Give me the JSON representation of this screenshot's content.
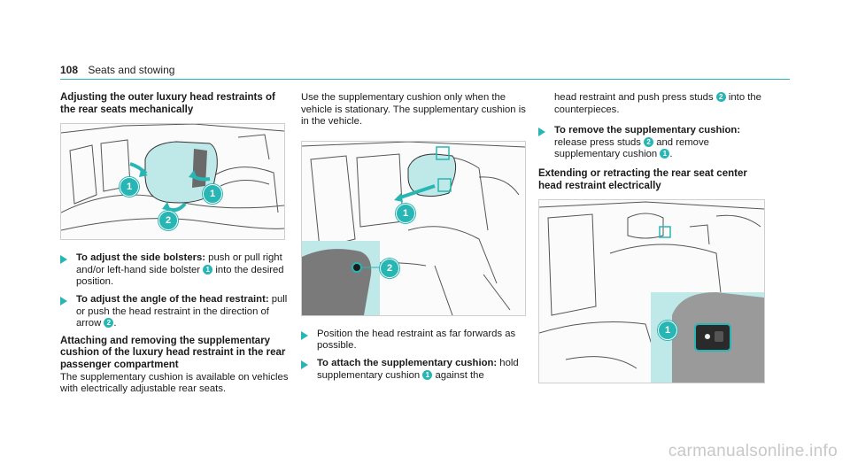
{
  "header": {
    "page_number": "108",
    "section": "Seats and stowing"
  },
  "col1": {
    "heading": "Adjusting the outer luxury head restraints of the rear seats mechanically",
    "fig_callouts": [
      "1",
      "1",
      "2"
    ],
    "step1": {
      "bold": "To adjust the side bolsters:",
      "a": " push or pull right and/or left-hand side bolster ",
      "badge": "1",
      "b": " into the desired position."
    },
    "step2": {
      "bold": "To adjust the angle of the head restraint:",
      "a": " pull or push the head restraint in the direction of arrow ",
      "badge": "2",
      "b": "."
    },
    "heading2": "Attaching and removing the supplementary cushion of the luxury head restraint in the rear passenger compartment",
    "para": "The supplementary cushion is available on vehicles with electrically adjustable rear seats."
  },
  "col2": {
    "para": "Use the supplementary cushion only when the vehicle is stationary. The supplementary cushion is in the vehicle.",
    "fig_callouts": [
      "1",
      "2"
    ],
    "step1": {
      "a": "Position the head restraint as far forwards as possible."
    },
    "step2": {
      "bold": "To attach the supplementary cushion:",
      "a": " hold supplementary cushion ",
      "badge": "1",
      "b": " against the"
    }
  },
  "col3": {
    "para": {
      "a": "head restraint and push press studs ",
      "badge": "2",
      "b": " into the counterpieces."
    },
    "step1": {
      "bold": "To remove the supplementary cushion:",
      "a": " release press studs ",
      "badge": "2",
      "b": " and remove supplementary cushion ",
      "badge2": "1",
      "c": "."
    },
    "heading": "Extending or retracting the rear seat center head restraint electrically",
    "fig_callouts": [
      "1"
    ]
  },
  "watermark": "carmanualsonline.info",
  "colors": {
    "accent": "#28b6b4",
    "highlight": "#bfe9e8"
  }
}
